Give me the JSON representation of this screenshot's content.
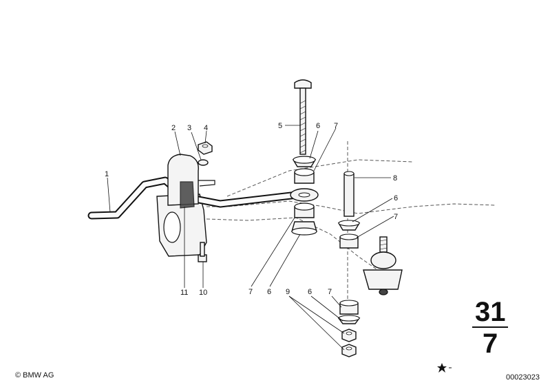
{
  "diagram": {
    "callouts": {
      "c1": "1",
      "c2": "2",
      "c3": "3",
      "c4": "4",
      "c5": "5",
      "c6a": "6",
      "c7a": "7",
      "c8": "8",
      "c6b": "6",
      "c7b": "7",
      "c11": "11",
      "c10": "10",
      "c7c": "7",
      "c6c": "6",
      "c9": "9",
      "c6d": "6",
      "c7d": "7"
    },
    "group": {
      "top": "31",
      "bottom": "7"
    }
  },
  "footer": {
    "copyright": "© BMW AG",
    "image_number": "00023023"
  }
}
